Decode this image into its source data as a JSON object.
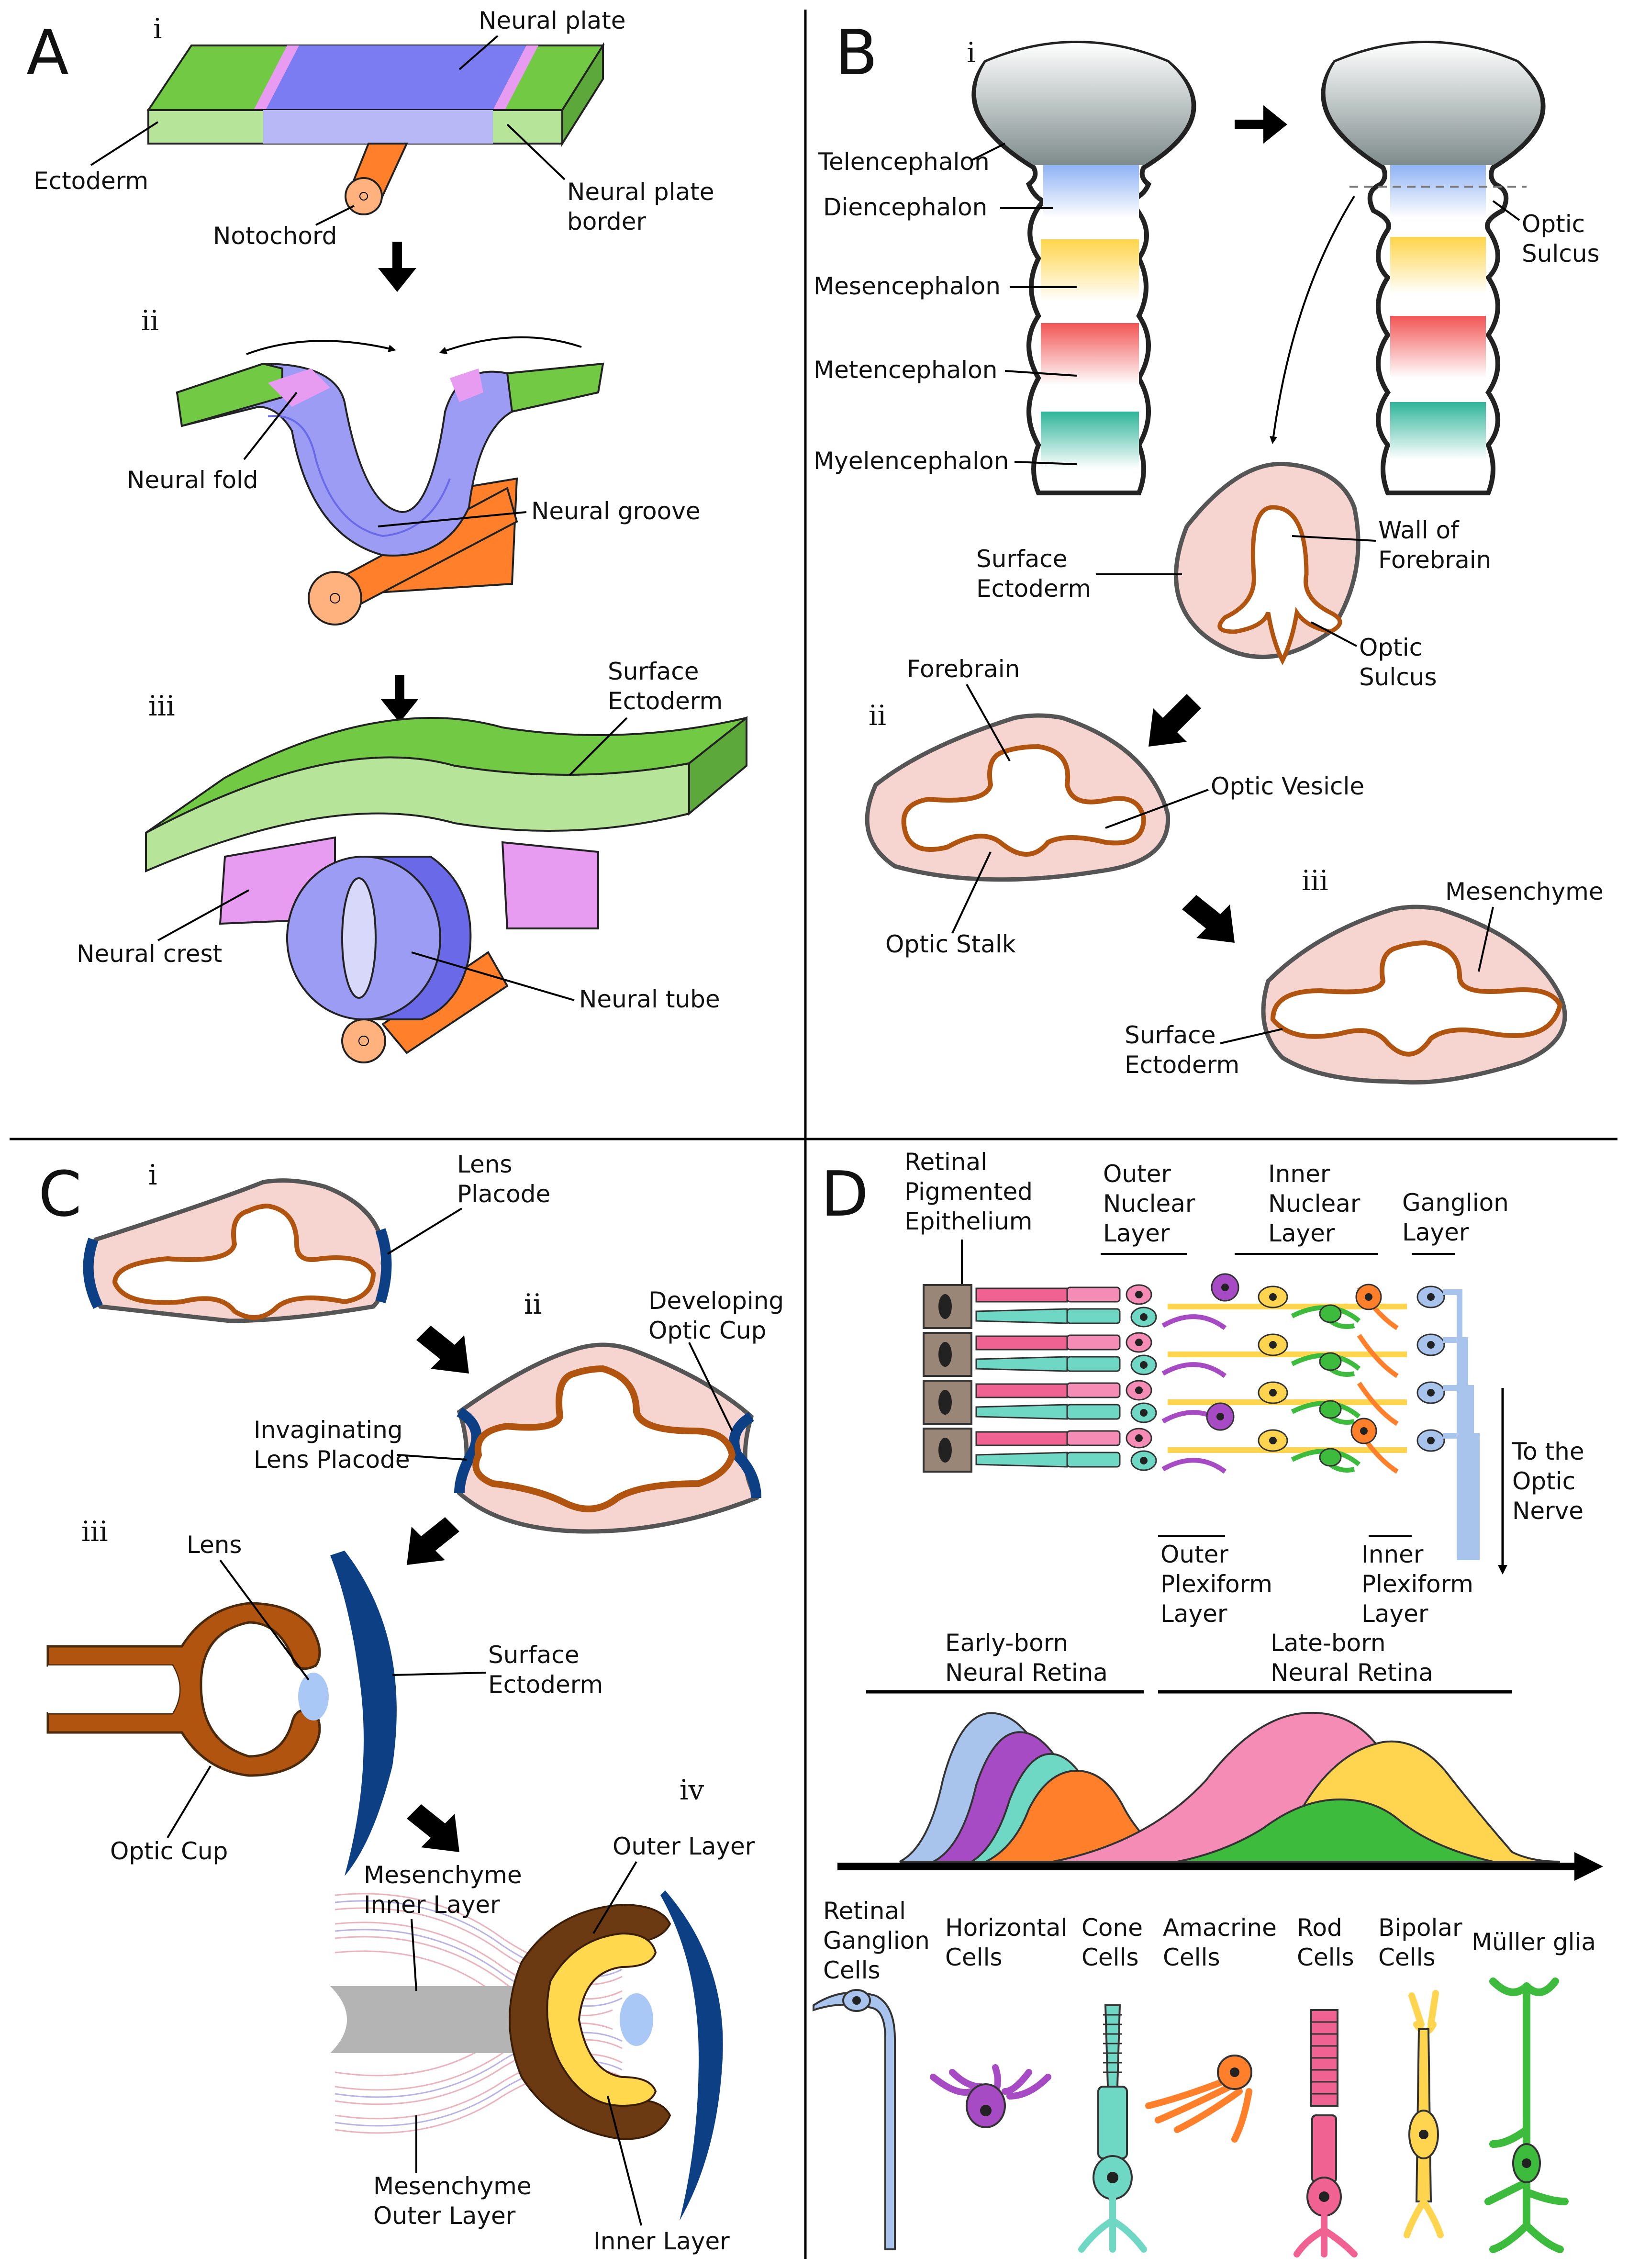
{
  "panels": {
    "A": {
      "letter": "A",
      "steps": [
        "i",
        "ii",
        "iii"
      ],
      "labels": {
        "neural_plate": "Neural plate",
        "ectoderm": "Ectoderm",
        "notochord": "Notochord",
        "neural_plate_border": [
          "Neural plate",
          "border"
        ],
        "neural_fold": "Neural fold",
        "neural_groove": "Neural groove",
        "surface_ectoderm": [
          "Surface",
          "Ectoderm"
        ],
        "neural_crest": "Neural crest",
        "neural_tube": "Neural tube"
      }
    },
    "B": {
      "letter": "B",
      "steps": [
        "i",
        "ii",
        "iii"
      ],
      "labels": {
        "telencephalon": "Telencephalon",
        "diencephalon": "Diencephalon",
        "mesencephalon": "Mesencephalon",
        "metencephalon": "Metencephalon",
        "myelencephalon": "Myelencephalon",
        "optic_sulcus_top": [
          "Optic",
          "Sulcus"
        ],
        "surface_ectoderm_1": [
          "Surface",
          "Ectoderm"
        ],
        "wall_of_forebrain": [
          "Wall of",
          "Forebrain"
        ],
        "optic_sulcus_mid": [
          "Optic",
          "Sulcus"
        ],
        "forebrain": "Forebrain",
        "optic_vesicle": "Optic Vesicle",
        "optic_stalk": "Optic Stalk",
        "mesenchyme": "Mesenchyme",
        "surface_ectoderm_2": [
          "Surface",
          "Ectoderm"
        ]
      }
    },
    "C": {
      "letter": "C",
      "steps": [
        "i",
        "ii",
        "iii",
        "iv"
      ],
      "labels": {
        "lens_placode": [
          "Lens",
          "Placode"
        ],
        "developing_optic_cup": [
          "Developing",
          "Optic Cup"
        ],
        "invaginating_lens_placode": [
          "Invaginating",
          "Lens Placode"
        ],
        "lens": "Lens",
        "surface_ectoderm": [
          "Surface",
          "Ectoderm"
        ],
        "optic_cup": "Optic Cup",
        "outer_layer": "Outer Layer",
        "mesenchyme_inner_layer": [
          "Mesenchyme",
          "Inner Layer"
        ],
        "mesenchyme_outer_layer": [
          "Mesenchyme",
          "Outer Layer"
        ],
        "inner_layer": "Inner Layer"
      }
    },
    "D": {
      "letter": "D",
      "labels": {
        "rpe": [
          "Retinal",
          "Pigmented",
          "Epithelium"
        ],
        "outer_nuclear_layer": [
          "Outer",
          "Nuclear",
          "Layer"
        ],
        "inner_nuclear_layer": [
          "Inner",
          "Nuclear",
          "Layer"
        ],
        "ganglion_layer": [
          "Ganglion",
          "Layer"
        ],
        "to_the_optic_nerve": [
          "To the",
          "Optic",
          "Nerve"
        ],
        "outer_plexiform_layer": [
          "Outer",
          "Plexiform",
          "Layer"
        ],
        "inner_plexiform_layer": [
          "Inner",
          "Plexiform",
          "Layer"
        ],
        "early_born": [
          "Early-born",
          "Neural Retina"
        ],
        "late_born": [
          "Late-born",
          "Neural Retina"
        ]
      },
      "cell_types": [
        {
          "lines": [
            "Retinal",
            "Ganglion",
            "Cells"
          ],
          "color": "#a9c4ec"
        },
        {
          "lines": [
            "Horizontal",
            "Cells"
          ],
          "color": "#a64bc4"
        },
        {
          "lines": [
            "Cone",
            "Cells"
          ],
          "color": "#6fd8c4"
        },
        {
          "lines": [
            "Amacrine",
            "Cells"
          ],
          "color": "#ff7f2a"
        },
        {
          "lines": [
            "Rod",
            "Cells"
          ],
          "color": "#f06292"
        },
        {
          "lines": [
            "Bipolar",
            "Cells"
          ],
          "color": "#ffd54f"
        },
        {
          "lines": [
            "Müller glia"
          ],
          "color": "#3dbb3d"
        }
      ]
    }
  },
  "colors": {
    "ectoderm_green": "#72c944",
    "neural_blue": "#7b7bf2",
    "neural_crest_pink": "#e79cf2",
    "notochord_orange": "#ff7f2a",
    "vesicle_fill": "#f6d4d0",
    "vesicle_line": "#b0540f",
    "lens_placode_blue": "#0d3f85",
    "optic_cup_brown": "#6b3a12",
    "lens_light_blue": "#a9c8f5"
  }
}
